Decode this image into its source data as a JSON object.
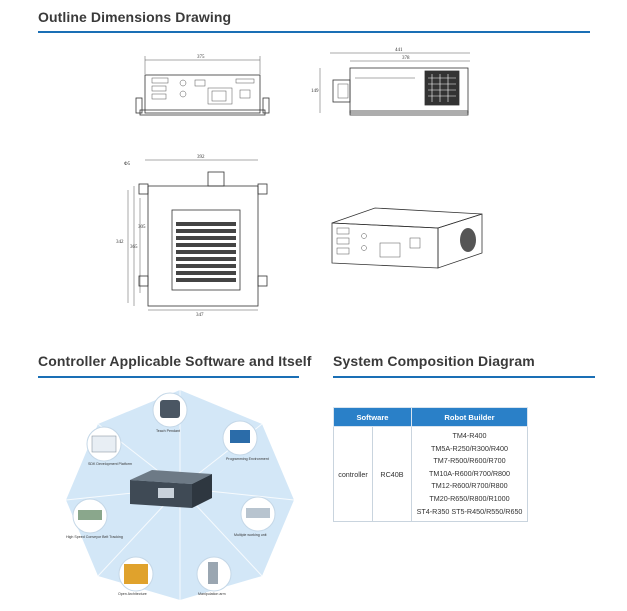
{
  "sections": {
    "outline_title": "Outline Dimensions Drawing",
    "software_title": "Controller Applicable Software and Itself",
    "system_title": "System Composition Diagram"
  },
  "dimensions": {
    "front_width": "375",
    "side_total": "441",
    "side_body": "378",
    "side_height": "149",
    "top_width": "392",
    "top_hole": "Φ5",
    "top_h1": "342",
    "top_h2": "365",
    "top_h3": "305",
    "top_bottom": "347"
  },
  "diagram": {
    "labels": {
      "teach": "Teach Pendant",
      "sdk": "SDK Development Platform",
      "program": "Programming Environment",
      "conveyor": "High Speed Conveyor Belt Tracking",
      "multi": "Multiple working unit",
      "open": "Open Architecture",
      "manip": "Manipulation arm"
    }
  },
  "table": {
    "headers": [
      "Software",
      "Robot Builder"
    ],
    "row_label": "controller",
    "model": "RC40B",
    "robots": [
      "TM4-R400",
      "TM5A-R250/R300/R400",
      "TM7-R500/R600/R700",
      "TM10A-R600/R700/R800",
      "TM12-R600/R700/R800",
      "TM20-R650/R800/R1000",
      "ST4-R350  ST5-R450/R550/R650"
    ]
  },
  "colors": {
    "accent": "#1a6fb5",
    "table_header": "#2a80c8",
    "diagram_bg": "#d3e7f7"
  }
}
